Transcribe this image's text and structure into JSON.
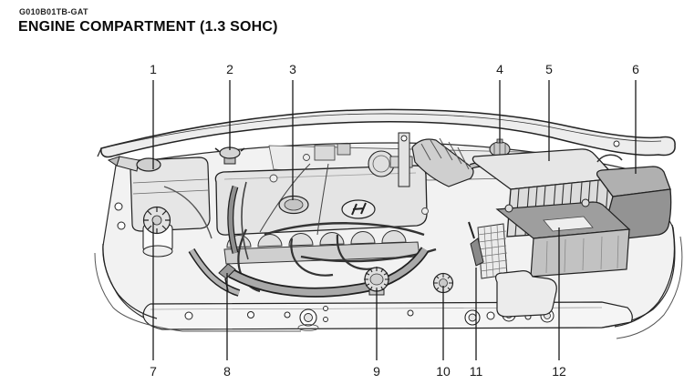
{
  "page": {
    "code": "G010B01TB-GAT",
    "title": "ENGINE COMPARTMENT (1.3 SOHC)"
  },
  "diagram": {
    "type": "engine-compartment-line-illustration",
    "icons": {
      "valve_cover_emblem": "hyundai-h-logo"
    },
    "colors": {
      "line": "#1f1f1f",
      "light_fill": "#f1f1f1",
      "mid_fill": "#d9d9d9",
      "dark_fill": "#9a9a9a",
      "hose": "#a9a9a9"
    },
    "callouts": [
      "1",
      "2",
      "3",
      "4",
      "5",
      "6",
      "7",
      "8",
      "9",
      "10",
      "11",
      "12"
    ]
  }
}
